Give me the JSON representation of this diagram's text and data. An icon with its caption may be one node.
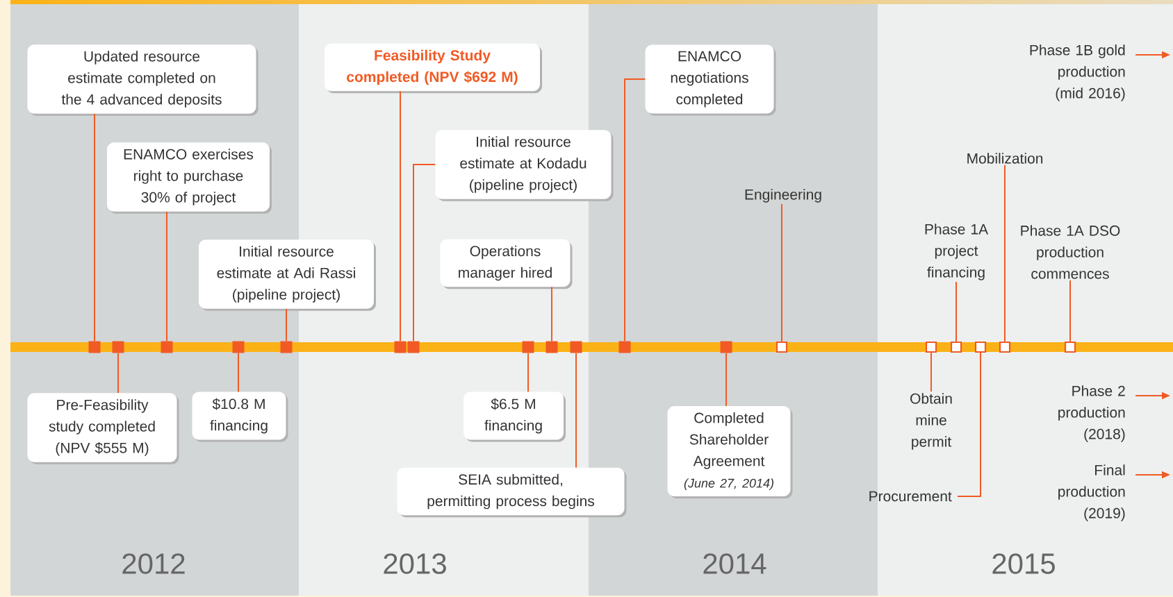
{
  "diagram": {
    "nodes": [
      {
        "text": [
          "Updated resource estimate completed on the 4 advanced deposits"
        ]
      },
      {
        "text": [
          "ENAMCO exercises right to purchase 30% of project"
        ]
      },
      {
        "text": [
          "Initial resource estimate at Adi Rassi (pipeline project)"
        ]
      },
      {
        "text": [
          "Feasibility Study completed (NPV $692 M)"
        ]
      },
      {
        "text": [
          "Initial resource estimate at Kodadu (pipeline project)"
        ]
      },
      {
        "text": [
          "Operations manager hired"
        ]
      },
      {
        "text": [
          "ENAMCO negotiations completed"
        ]
      },
      {
        "text": [
          "Engineering"
        ]
      },
      {
        "text": [
          "Mobilization"
        ]
      },
      {
        "text": [
          "Phase 1A project financing"
        ]
      },
      {
        "text": [
          "Phase 1A DSO production commences"
        ]
      },
      {
        "text": [
          "Phase 1B gold production (mid 2016)"
        ]
      },
      {
        "text": [
          "Pre-Feasibility study completed (NPV $555 M)"
        ]
      },
      {
        "text": [
          "$10.8 M financing"
        ]
      },
      {
        "text": [
          "$6.5 M financing"
        ]
      },
      {
        "text": [
          "SEIA submitted, permitting process begins"
        ]
      },
      {
        "text": [
          "Completed Shareholder Agreement",
          "(June 27, 2014)"
        ]
      },
      {
        "text": [
          "Obtain mine permit"
        ]
      },
      {
        "text": [
          "Procurement"
        ]
      },
      {
        "text": [
          "Phase 2 production (2018)"
        ]
      },
      {
        "text": [
          "Final production (2019)"
        ]
      },
      {
        "text": [],
        "shape": "box"
      },
      {
        "text": [],
        "shape": "box"
      },
      {
        "text": [],
        "shape": "box"
      },
      {
        "text": [],
        "shape": "box"
      },
      {
        "text": [],
        "shape": "box"
      },
      {
        "text": [],
        "shape": "box"
      },
      {
        "text": [],
        "shape": "box"
      },
      {
        "text": [],
        "shape": "box"
      },
      {
        "text": [],
        "shape": "box"
      },
      {
        "text": [],
        "shape": "box"
      },
      {
        "text": [],
        "shape": "box"
      },
      {
        "text": [],
        "shape": "box"
      },
      {
        "text": [],
        "shape": "box"
      },
      {
        "text": [],
        "shape": "box"
      },
      {
        "text": [],
        "shape": "box"
      },
      {
        "text": [],
        "shape": "box"
      },
      {
        "text": [],
        "shape": "box"
      },
      {
        "text": [],
        "shape": "box"
      }
    ],
    "edges": [
      {
        "from": 0,
        "to": 21,
        "arrow": "none"
      },
      {
        "from": 12,
        "to": 22,
        "arrow": "none"
      },
      {
        "from": 1,
        "to": 23,
        "arrow": "none"
      },
      {
        "from": 13,
        "to": 24,
        "arrow": "none"
      },
      {
        "from": 2,
        "to": 25,
        "arrow": "none"
      },
      {
        "from": 3,
        "to": 26,
        "arrow": "none"
      },
      {
        "from": 4,
        "to": 27,
        "arrow": "none"
      },
      {
        "from": 14,
        "to": 28,
        "arrow": "none"
      },
      {
        "from": 5,
        "to": 29,
        "arrow": "none"
      },
      {
        "from": 15,
        "to": 30,
        "arrow": "none"
      },
      {
        "from": 6,
        "to": 31,
        "arrow": "none"
      },
      {
        "from": 16,
        "to": 32,
        "arrow": "none"
      },
      {
        "from": 7,
        "to": 33,
        "arrow": "none"
      },
      {
        "from": 17,
        "to": 34,
        "arrow": "none"
      },
      {
        "from": 9,
        "to": 35,
        "arrow": "none"
      },
      {
        "from": 18,
        "to": 36,
        "arrow": "none"
      },
      {
        "from": 8,
        "to": 37,
        "arrow": "none"
      },
      {
        "from": 10,
        "to": 38,
        "arrow": "none"
      },
      {
        "from": 11,
        "to": null,
        "arrow": "to"
      },
      {
        "from": 19,
        "to": null,
        "arrow": "to"
      },
      {
        "from": 20,
        "to": null,
        "arrow": "to"
      }
    ],
    "labels": [
      "2012",
      "2013",
      "2014",
      "2015"
    ]
  }
}
